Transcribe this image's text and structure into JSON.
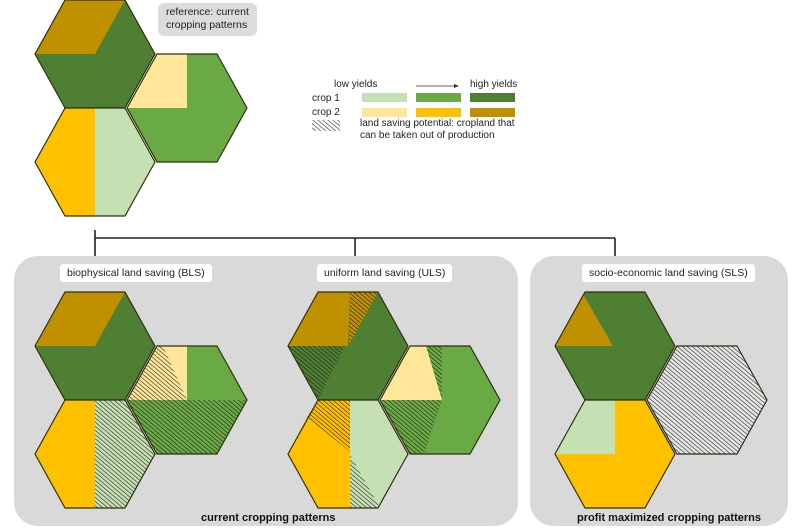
{
  "colors": {
    "crop1_low": "#c5e0b3",
    "crop1_mid": "#6aaa44",
    "crop1_high": "#4f7f33",
    "crop2_low": "#ffe699",
    "crop2_mid": "#ffc000",
    "crop2_high": "#bf9000",
    "panel": "#d9d9d9",
    "outline": "#2e2e10",
    "hatch": "#1a1a1a"
  },
  "reference": {
    "label_line1": "reference: current",
    "label_line2": "cropping patterns"
  },
  "legend": {
    "low_label": "low yields",
    "high_label": "high yields",
    "crop1_label": "crop 1",
    "crop2_label": "crop 2",
    "hatch_line1": "land saving potential: cropland that",
    "hatch_line2": "can be taken out of production"
  },
  "panels": {
    "bls": {
      "label": "biophysical land saving (BLS)"
    },
    "uls": {
      "label": "uniform land saving (ULS)"
    },
    "sls": {
      "label": "socio-economic land saving (SLS)"
    },
    "left_caption": "current cropping patterns",
    "right_caption": "profit maximized cropping patterns"
  }
}
